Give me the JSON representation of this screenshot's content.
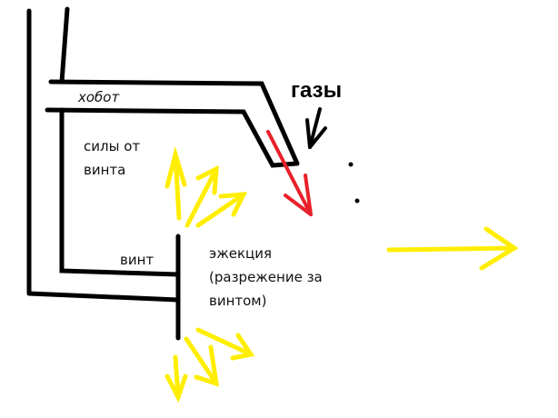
{
  "labels": {
    "trunk": "хобот",
    "gases": "газы",
    "forces_line1": "силы от",
    "forces_line2": "винта",
    "propeller": "винт",
    "ejection_line1": "эжекция",
    "ejection_line2": "(разрежение за",
    "ejection_line3": "винтом)"
  },
  "colors": {
    "structure": "#000000",
    "gas_flow": "#e8202a",
    "forces": "#ffee00",
    "background": "#ffffff"
  }
}
